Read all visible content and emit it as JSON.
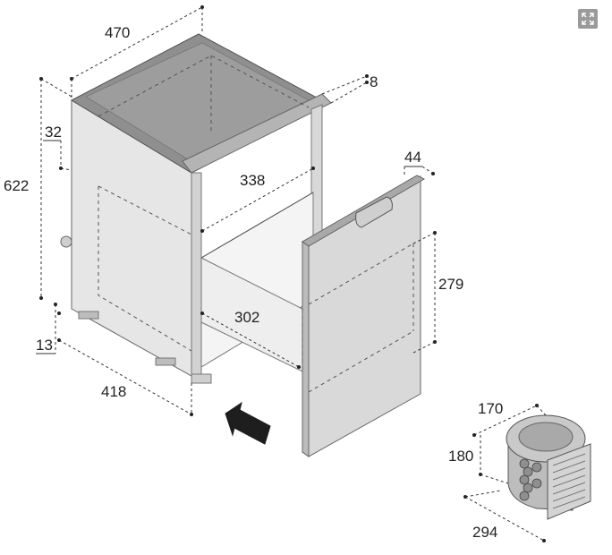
{
  "dimensions": {
    "width_top": "470",
    "frame": "8",
    "inner_top_depth": "32",
    "height": "622",
    "opening_width": "338",
    "drawer_thickness": "44",
    "drawer_height": "279",
    "drawer_width": "302",
    "foot_height": "13",
    "depth": "418"
  },
  "compressor": {
    "width": "170",
    "height": "180",
    "depth": "294"
  },
  "icons": {
    "expand": "expand-icon",
    "arrow": "insert-arrow-icon"
  },
  "colors": {
    "panel_front": "#d9d9d9",
    "panel_side": "#e4e4e4",
    "top": "#8f8f8f",
    "frame": "#a8a8a8",
    "arrow": "#222222"
  }
}
